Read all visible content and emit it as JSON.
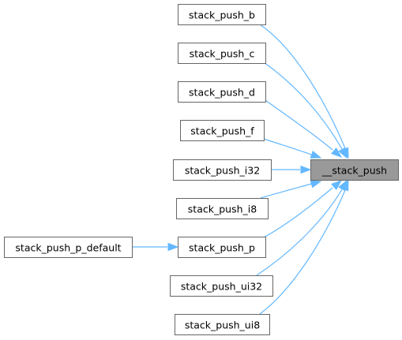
{
  "diagram": {
    "type": "call-graph",
    "colors": {
      "edge": "#63b8ff",
      "node_border": "#666666",
      "focus_fill": "#999999",
      "node_fill": "#ffffff"
    },
    "nodes": [
      {
        "id": "n_push",
        "label": "__stack_push",
        "focus": true
      },
      {
        "id": "n_b",
        "label": "stack_push_b"
      },
      {
        "id": "n_c",
        "label": "stack_push_c"
      },
      {
        "id": "n_d",
        "label": "stack_push_d"
      },
      {
        "id": "n_f",
        "label": "stack_push_f"
      },
      {
        "id": "n_i32",
        "label": "stack_push_i32"
      },
      {
        "id": "n_i8",
        "label": "stack_push_i8"
      },
      {
        "id": "n_p",
        "label": "stack_push_p"
      },
      {
        "id": "n_ui32",
        "label": "stack_push_ui32"
      },
      {
        "id": "n_ui8",
        "label": "stack_push_ui8"
      },
      {
        "id": "n_pdef",
        "label": "stack_push_p_default"
      }
    ],
    "edges": [
      {
        "from": "n_b",
        "to": "n_push"
      },
      {
        "from": "n_c",
        "to": "n_push"
      },
      {
        "from": "n_d",
        "to": "n_push"
      },
      {
        "from": "n_f",
        "to": "n_push"
      },
      {
        "from": "n_i32",
        "to": "n_push"
      },
      {
        "from": "n_i8",
        "to": "n_push"
      },
      {
        "from": "n_p",
        "to": "n_push"
      },
      {
        "from": "n_ui32",
        "to": "n_push"
      },
      {
        "from": "n_ui8",
        "to": "n_push"
      },
      {
        "from": "n_pdef",
        "to": "n_p"
      }
    ]
  }
}
